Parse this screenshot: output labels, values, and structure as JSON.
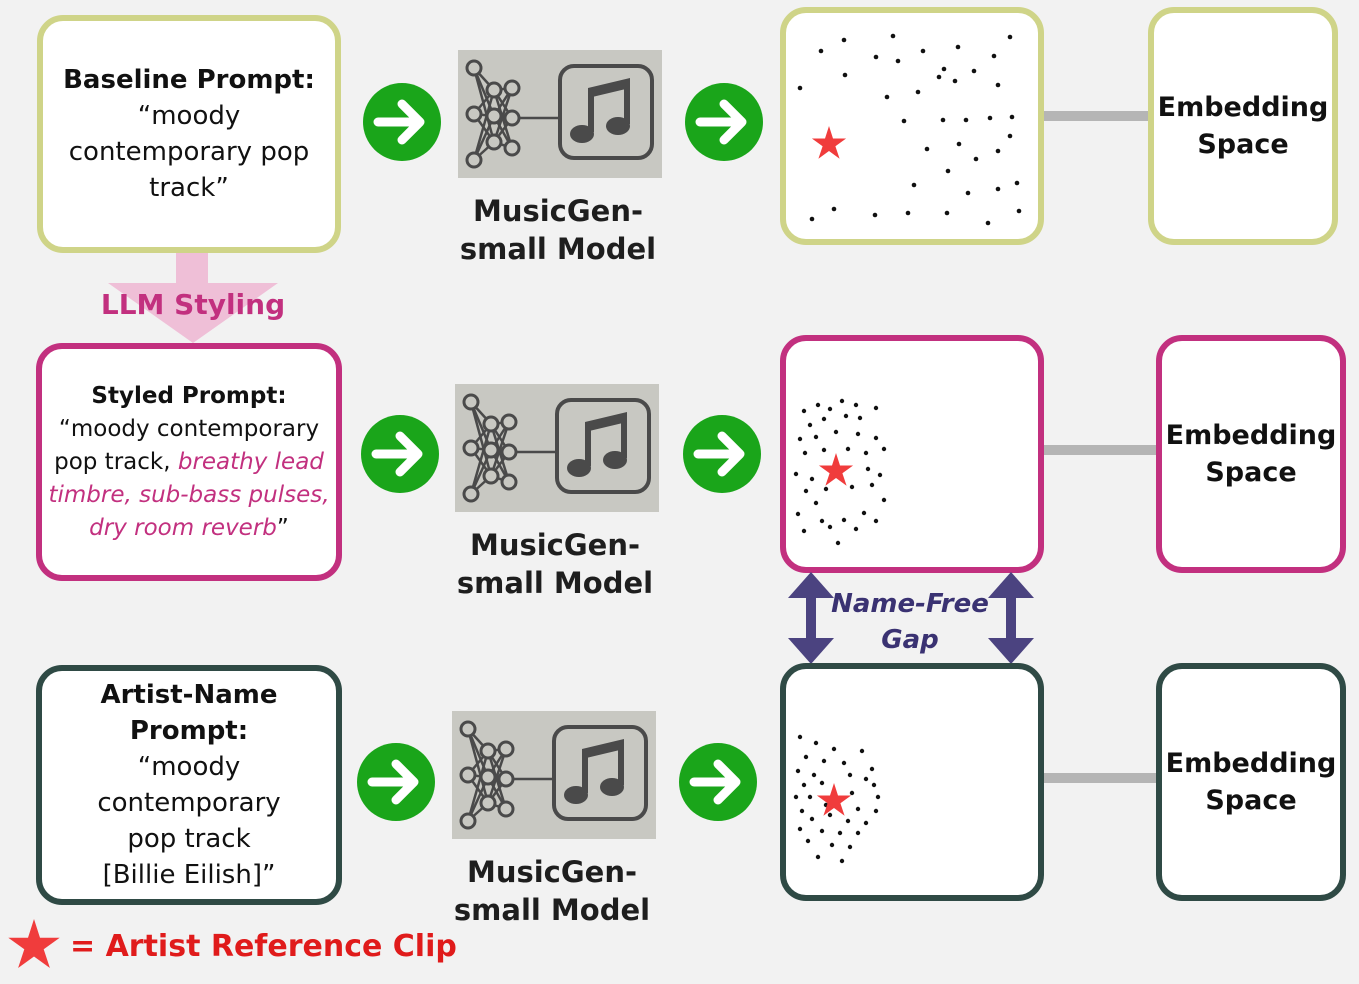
{
  "colors": {
    "baseline_border": "#cfd488",
    "styled_border": "#c2307f",
    "artist_border": "#2f4a45",
    "arrow_green": "#1aa51a",
    "star_red": "#f03c3c",
    "gap_arrow": "#4b4380",
    "llm_arrow": "#efbfd7"
  },
  "rows": [
    {
      "prompt_title": "Baseline Prompt:",
      "prompt_text": "“moody contemporary pop track”",
      "model_line1": "MusicGen-",
      "model_line2": "small Model",
      "emb_line1": "Embedding",
      "emb_line2": "Space"
    },
    {
      "prompt_title": "Styled Prompt:",
      "prompt_text_plain": "“moody contemporary pop track, ",
      "prompt_text_styled": "breathy lead timbre, sub-bass pulses, dry room reverb",
      "prompt_text_close": "”",
      "model_line1": "MusicGen-",
      "model_line2": "small Model",
      "emb_line1": "Embedding",
      "emb_line2": "Space"
    },
    {
      "prompt_title": "Artist-Name Prompt:",
      "prompt_text": "“moody contemporary pop track [Billie Eilish]”",
      "model_line1": "MusicGen-",
      "model_line2": "small Model",
      "emb_line1": "Embedding",
      "emb_line2": "Space"
    }
  ],
  "llm_label": "LLM Styling",
  "gap_label_line1": "Name-Free",
  "gap_label_line2": "Gap",
  "legend_label": "= Artist Reference Clip"
}
